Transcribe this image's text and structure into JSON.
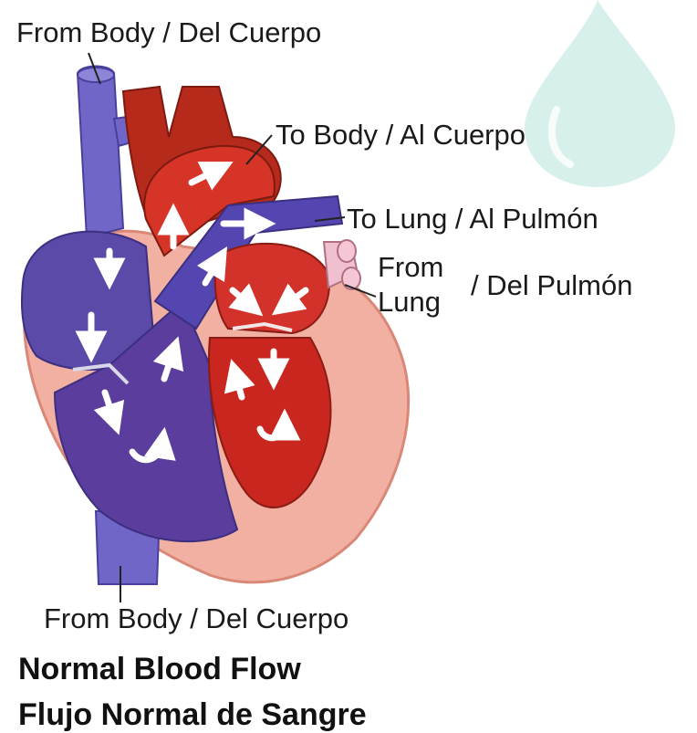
{
  "labels": {
    "from_body_top": "From Body / Del Cuerpo",
    "to_body": "To Body / Al Cuerpo",
    "to_lung": "To Lung / Al Pulmón",
    "from_lung_line1": "From",
    "from_lung_line2": "Lung",
    "from_lung_es": "/ Del Pulmón",
    "from_body_bottom": "From Body / Del Cuerpo"
  },
  "title": {
    "en": "Normal Blood Flow",
    "es": "Flujo Normal de Sangre"
  },
  "colors": {
    "deoxygenated": "#5b4aa8",
    "oxygenated": "#c8261e",
    "muscle": "#f0a898",
    "drop": "#d6f0ec"
  }
}
